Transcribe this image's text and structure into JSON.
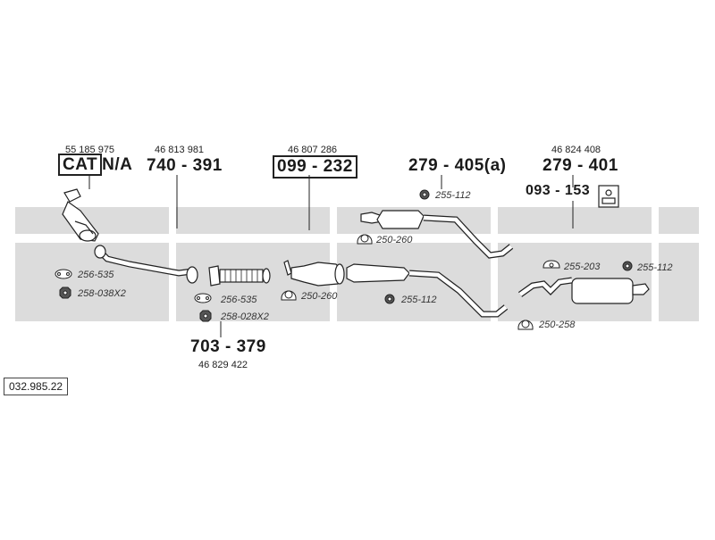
{
  "diagram_ref": "032.985.22",
  "colors": {
    "band": "#dcdcdc",
    "line": "#222222"
  },
  "parts": [
    {
      "id": "cat",
      "oe": "55 185 975",
      "pn_a": "CAT",
      "pn_b": "N/A",
      "boxed": true
    },
    {
      "id": "front_pipe",
      "oe": "46 813 981",
      "pn": "740 - 391"
    },
    {
      "id": "middle_cat",
      "oe": "46 807 286",
      "pn": "099 - 232",
      "boxed": true
    },
    {
      "id": "middle_silencer",
      "pn": "279 - 405(a)"
    },
    {
      "id": "rear_silencer",
      "oe": "46 824 408",
      "pn": "279 - 401"
    },
    {
      "id": "rear_rubber",
      "pn": "093 - 153"
    },
    {
      "id": "flex_pipe",
      "oe": "46 829 422",
      "pn": "703 - 379"
    }
  ],
  "accessories": [
    {
      "id": "a1",
      "label": "256-535",
      "icon": "gasket-icon"
    },
    {
      "id": "a2",
      "label": "258-038X2",
      "icon": "nut-icon"
    },
    {
      "id": "a3",
      "label": "256-535",
      "icon": "gasket-icon"
    },
    {
      "id": "a4",
      "label": "258-028X2",
      "icon": "nut-icon"
    },
    {
      "id": "a5",
      "label": "250-260",
      "icon": "clamp-icon"
    },
    {
      "id": "a6",
      "label": "250-260",
      "icon": "clamp-icon"
    },
    {
      "id": "a7",
      "label": "255-112",
      "icon": "rubber-ring-icon"
    },
    {
      "id": "a8",
      "label": "255-112",
      "icon": "rubber-ring-icon"
    },
    {
      "id": "a9",
      "label": "255-203",
      "icon": "hanger-icon"
    },
    {
      "id": "a10",
      "label": "255-112",
      "icon": "rubber-ring-icon"
    },
    {
      "id": "a11",
      "label": "250-258",
      "icon": "clamp-icon"
    }
  ]
}
